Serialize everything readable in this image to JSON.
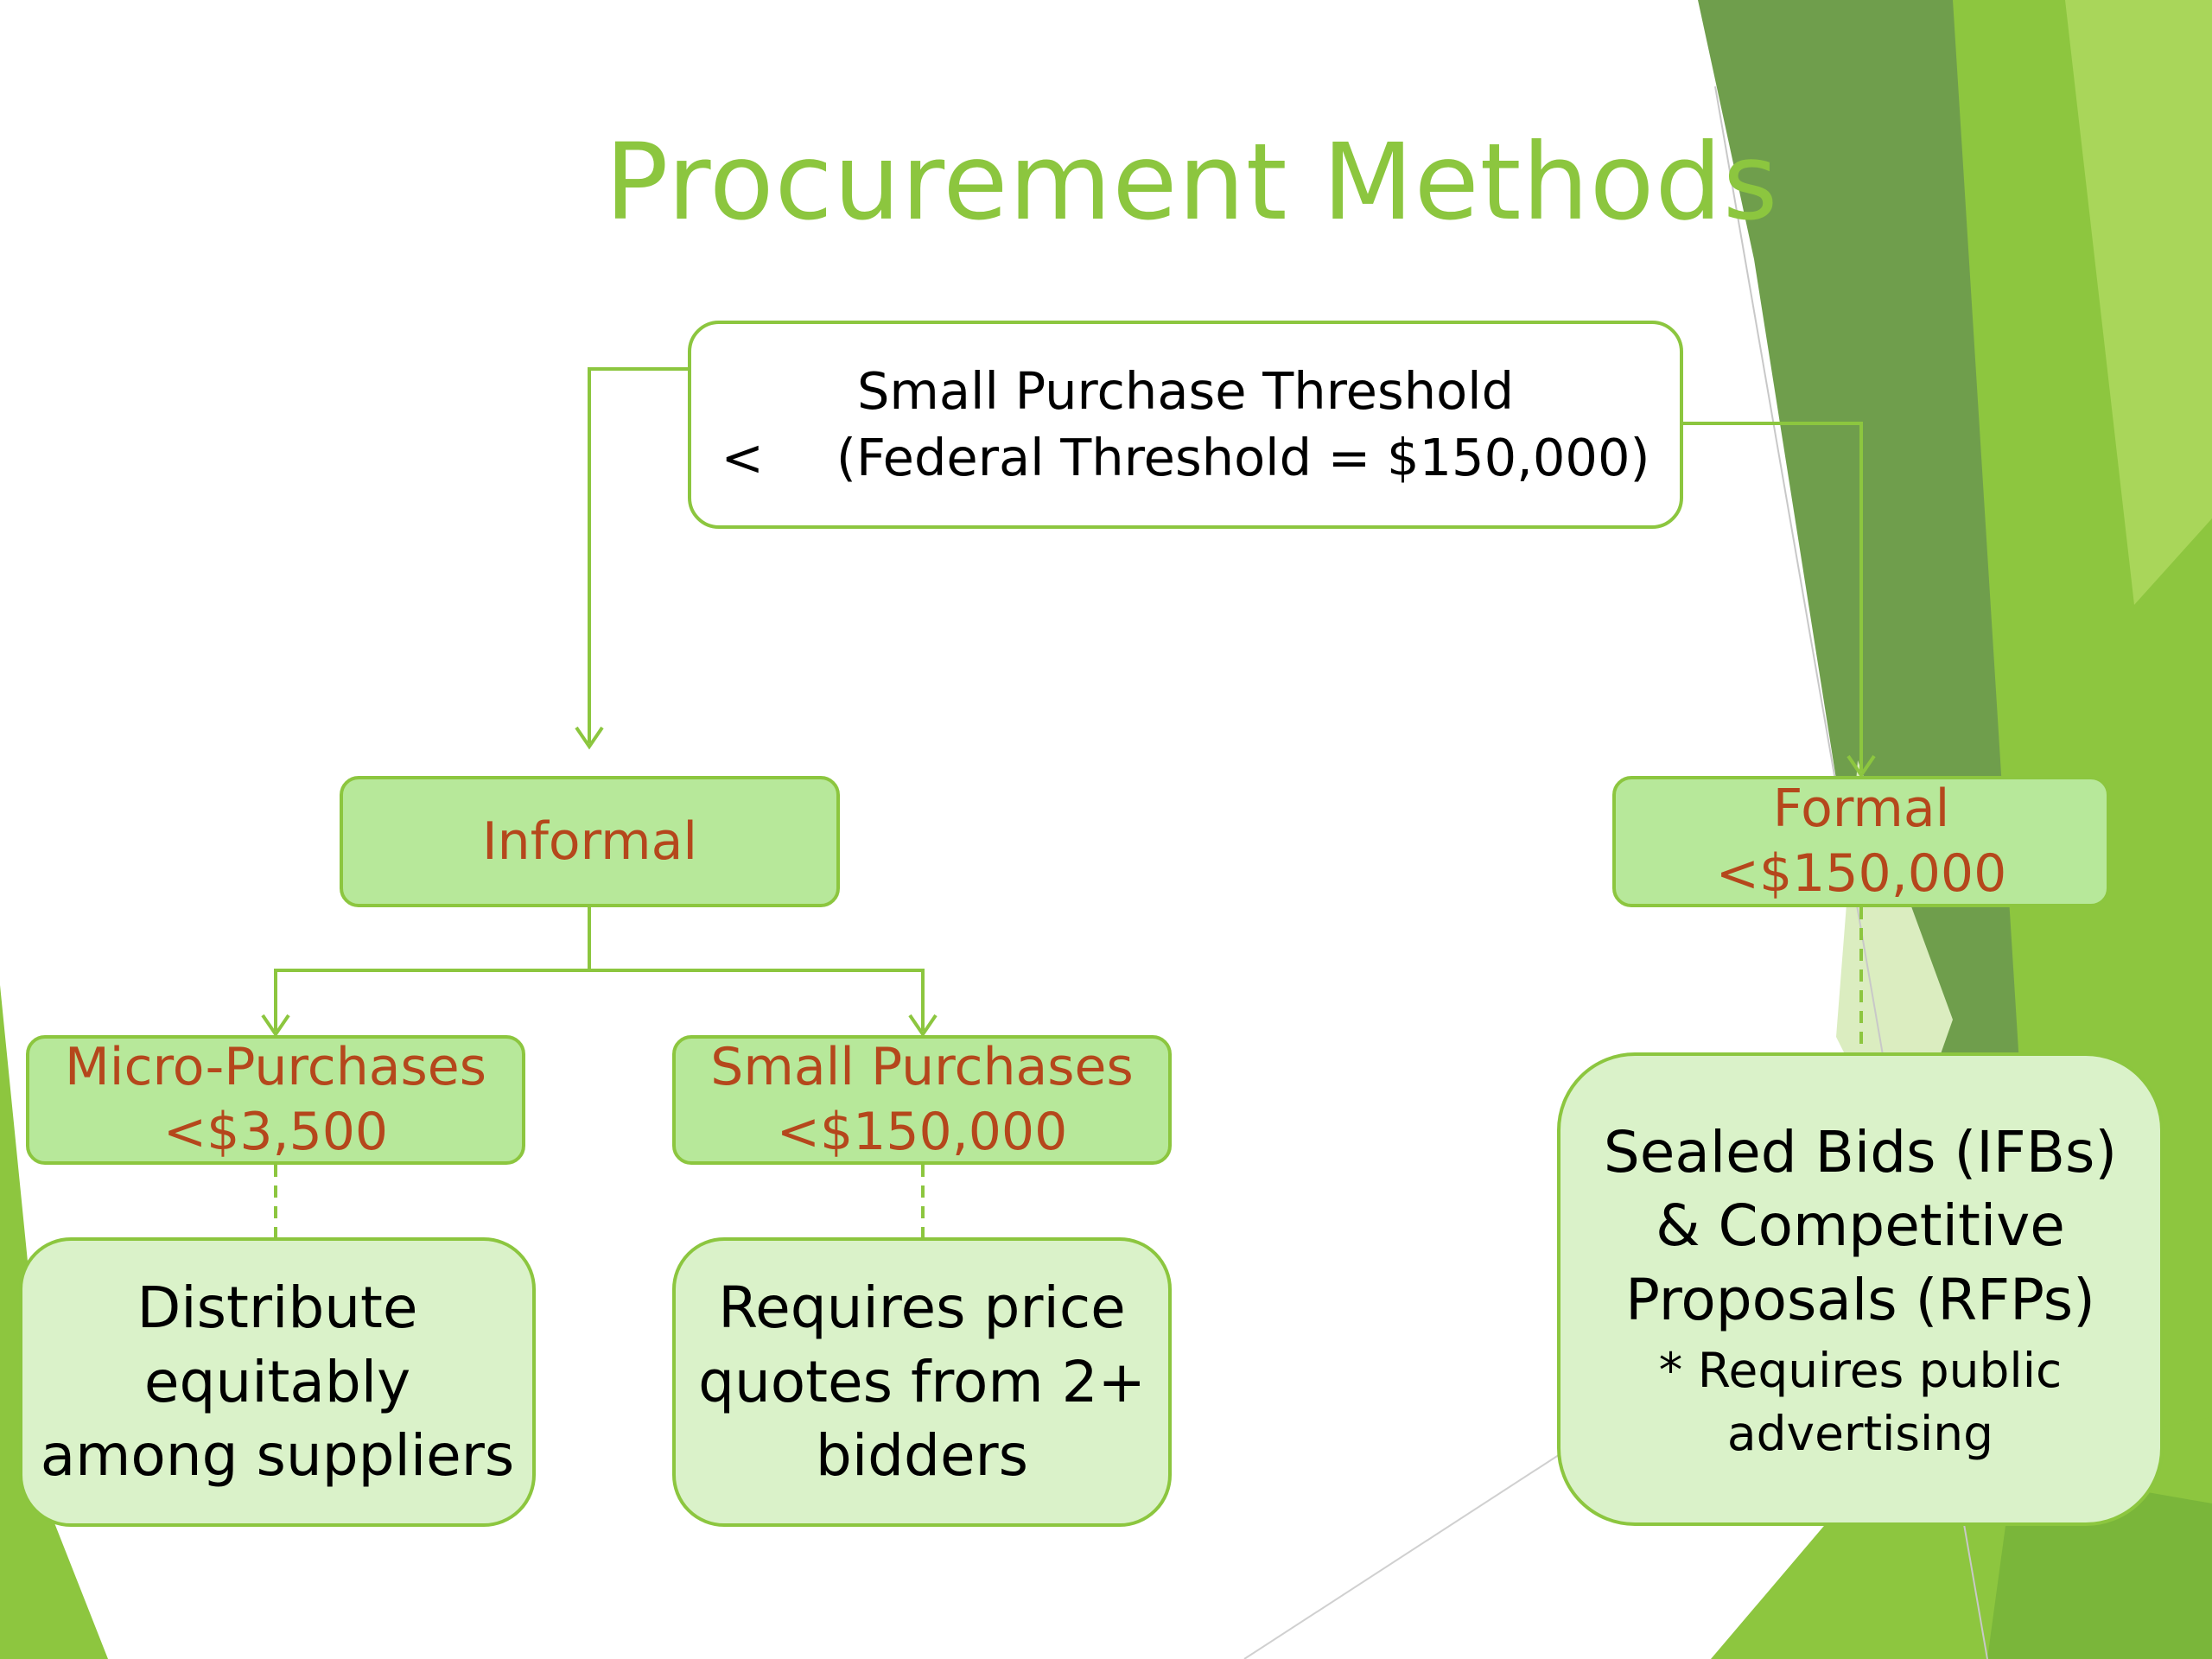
{
  "title": "Procurement Methods",
  "root": {
    "line1": "Small Purchase Threshold",
    "line2_symbol": "<",
    "line2_text": "(Federal Threshold = $150,000)"
  },
  "informal": {
    "label": "Informal"
  },
  "formal": {
    "label": "Formal",
    "amount": "<$150,000"
  },
  "micro": {
    "label": "Micro-Purchases",
    "amount": "<$3,500"
  },
  "small": {
    "label": "Small Purchases",
    "amount": "<$150,000"
  },
  "descriptions": {
    "micro": [
      "Distribute",
      "equitably",
      "among suppliers"
    ],
    "small": [
      "Requires price",
      "quotes from 2+",
      "bidders"
    ],
    "formal": {
      "main": [
        "Sealed Bids (IFBs)",
        "& Competitive",
        "Proposals (RFPs)"
      ],
      "note": [
        "* Requires public",
        "advertising"
      ]
    }
  },
  "colors": {
    "title": "#8cc63f",
    "border": "#8cc63f",
    "category_fill": "#b7e89a",
    "category_text": "#b5471c",
    "description_fill": "#daf2c9",
    "background_green_dark": "#6f9e4c",
    "background_green_light": "#8dc63f"
  }
}
